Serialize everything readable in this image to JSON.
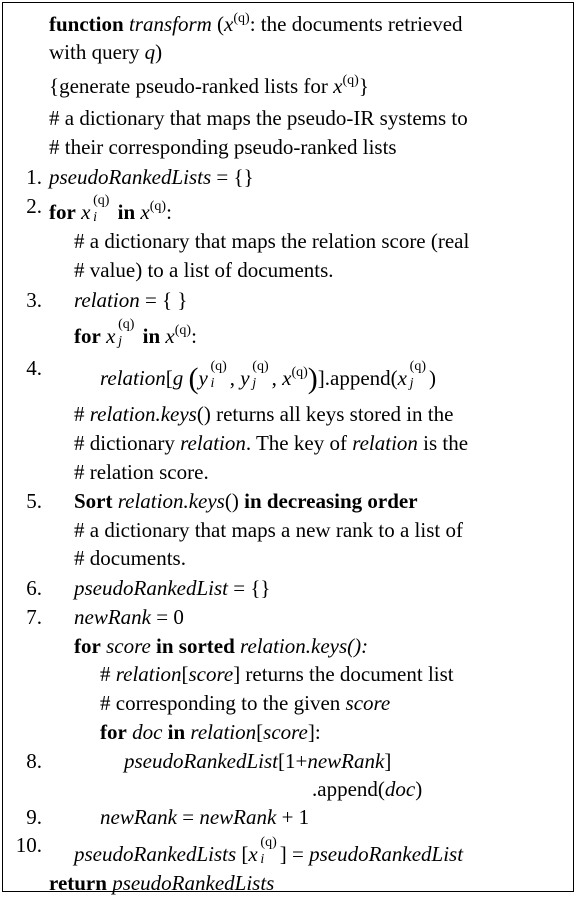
{
  "header": {
    "kw_function": "function",
    "fn_name": "transform",
    "params_a": "(",
    "x": "x",
    "q_sup": "(q)",
    "params_b": ": the documents retrieved",
    "params_c": "with query",
    "q": "q",
    "params_d": ")",
    "gen_a": "{generate pseudo-ranked lists for",
    "gen_b": "}",
    "comment1": "# a dictionary that maps the pseudo-IR systems to",
    "comment2": "# their corresponding pseudo-ranked lists"
  },
  "lines": {
    "n1": "1.",
    "n2": "2.",
    "n3": "3.",
    "n4": "4.",
    "n5": "5.",
    "n6": "6.",
    "n7": "7.",
    "n8": "8.",
    "n9": "9.",
    "n10": "10.",
    "l1_var": "pseudoRankedLists",
    "l1_rest": " = {}",
    "for": "for",
    "in": "in",
    "i": "i",
    "j": "j",
    "l2_colon": ":",
    "c2a": "# a dictionary that maps the relation score (real",
    "c2b": "# value) to a list of documents.",
    "l3_var": "relation",
    "l3_rest": " = { }",
    "l4_relation": "relation",
    "l4_bracket": "[",
    "l4_g": "g",
    "l4_y": "y",
    "l4_comma": ", ",
    "l4_end": "].append(",
    "l4_close": ")",
    "c4a_pre": "# ",
    "c4a_it": "relation.keys",
    "c4a_rest": "() returns all keys stored in the",
    "c4b_pre": "# dictionary ",
    "c4b_it": "relation",
    "c4b_mid": ". The key of ",
    "c4b_it2": "relation",
    "c4b_rest": " is the",
    "c4c": "# relation score.",
    "l5_sort": "Sort",
    "l5_it": "relation.keys",
    "l5_paren": "()",
    "l5_rest": "in decreasing order",
    "c5a": "# a dictionary that maps a new rank to a list of",
    "c5b": "# documents.",
    "l6_var": "pseudoRankedList",
    "l6_rest": " = {}",
    "l7_var": "newRank",
    "l7_rest": " = 0",
    "score": "score",
    "sorted": "in sorted",
    "keys_call": "relation.keys():",
    "cfa_pre": "# ",
    "cfa_it": "relation",
    "cfa_b": "[",
    "cfa_it2": "score",
    "cfa_rest": "] returns the document list",
    "cfb_pre": "# corresponding to the given ",
    "cfb_it": "score",
    "doc": "doc",
    "rel_score_a": "relation",
    "rel_score_b": "[",
    "rel_score_c": "score",
    "rel_score_d": "]:",
    "l8_var": "pseudoRankedList",
    "l8_a": "[1+",
    "l8_b": "newRank",
    "l8_c": "]",
    "l8_d": ".append(",
    "l8_e": "doc",
    "l8_f": ")",
    "l9_a": "newRank",
    "l9_b": " = ",
    "l9_c": "newRank",
    "l9_d": " + 1",
    "l10_a": "pseudoRankedLists",
    "l10_b": " [",
    "l10_c": "] = ",
    "l10_d": "pseudoRankedList",
    "ret_kw": "return",
    "ret_var": "pseudoRankedLists"
  }
}
